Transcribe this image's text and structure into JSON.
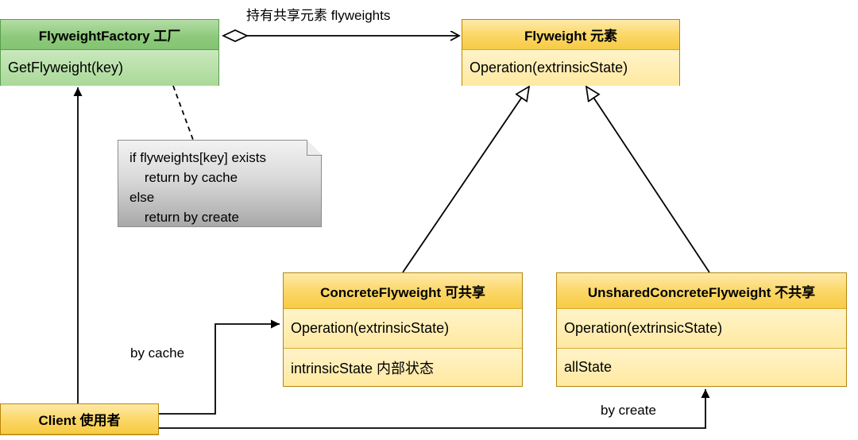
{
  "diagram": {
    "title": "Flyweight Pattern UML Class Diagram",
    "background": "#ffffff",
    "colors": {
      "green_header": "#8cc97a",
      "green_body": "#bce3ad",
      "green_border": "#5a9e4e",
      "amber_header": "#fbd664",
      "amber_body": "#ffeeb0",
      "amber_border": "#b8860b",
      "note_fill": "#cfcfcf",
      "note_border": "#8c8c8c",
      "line": "#000000"
    }
  },
  "classes": {
    "factory": {
      "name": "FlyweightFactory 工厂",
      "members": [
        "GetFlyweight(key)"
      ]
    },
    "flyweight": {
      "name": "Flyweight 元素",
      "members": [
        "Operation(extrinsicState)"
      ]
    },
    "concrete": {
      "name": "ConcreteFlyweight 可共享",
      "members": [
        "Operation(extrinsicState)",
        "intrinsicState 内部状态"
      ]
    },
    "unshared": {
      "name": "UnsharedConcreteFlyweight 不共享",
      "members": [
        "Operation(extrinsicState)",
        "allState"
      ]
    },
    "client": {
      "name": "Client 使用者",
      "members": []
    }
  },
  "note": {
    "text": "if flyweights[key] exists\n    return by cache\nelse\n    return by create"
  },
  "edges": {
    "aggregation_label": "持有共享元素 flyweights",
    "by_cache_label": "by cache",
    "by_create_label": "by create"
  }
}
